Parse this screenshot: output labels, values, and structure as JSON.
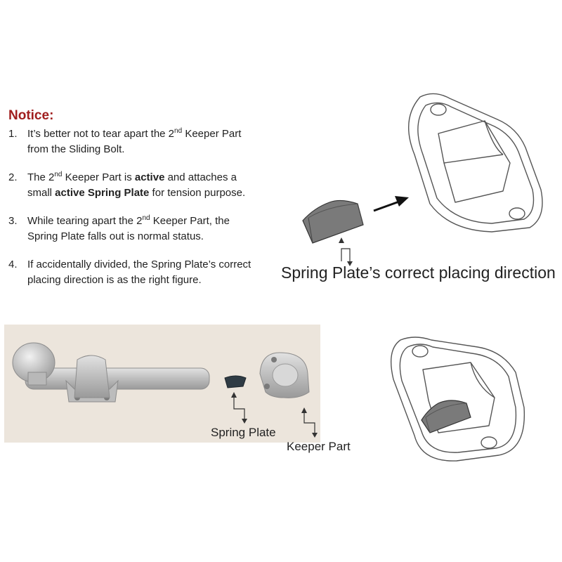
{
  "notice": {
    "title": "Notice:",
    "items": [
      {
        "num": "1.",
        "p1": "It’s better not to tear apart the 2",
        "sup": "nd",
        "p2": " Keeper Part from the Sliding Bolt."
      },
      {
        "num": "2.",
        "p1": "The 2",
        "sup": "nd",
        "p2": " Keeper Part is ",
        "b1": "active",
        "p3": " and attaches a small ",
        "b2": "active Spring Plate",
        "p4": " for tension purpose."
      },
      {
        "num": "3.",
        "p1": "While tearing apart the 2",
        "sup": "nd",
        "p2": " Keeper Part, the Spring Plate falls out is normal status."
      },
      {
        "num": "4.",
        "p1": "If accidentally divided, the Spring Plate’s correct placing direction is as the right figure."
      }
    ]
  },
  "diagram": {
    "caption": "Spring Plate’s correct placing direction"
  },
  "photo": {
    "spring_plate_label": "Spring Plate",
    "keeper_part_label": "Keeper Part"
  },
  "colors": {
    "notice_title": "#a01e1e",
    "spring_plate_gray": "#7a7a7a",
    "photo_background": "#ece5dc",
    "metal": "#c9c9c9"
  }
}
